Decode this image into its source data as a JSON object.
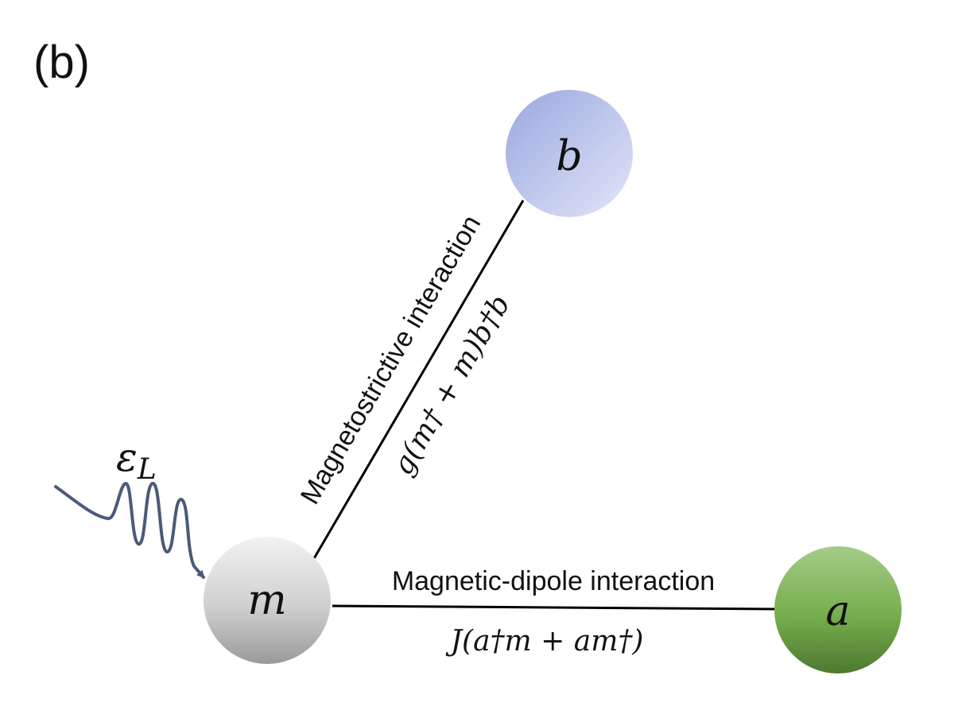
{
  "panel_label": "(b)",
  "nodes": {
    "m": {
      "symbol": "m"
    },
    "b": {
      "symbol": "b"
    },
    "a": {
      "symbol": "a"
    }
  },
  "drive": {
    "symbol": "ε",
    "subscript": "L"
  },
  "edges": {
    "magnetostrictive": {
      "label": "Magnetostrictive interaction",
      "formula": "g(m† + m)b†b"
    },
    "magnetic_dipole": {
      "label": "Magnetic-dipole interaction",
      "formula": "J(a†m + am†)"
    }
  },
  "colors": {
    "node_m": "#a8a8a8",
    "node_b": "#aab4e6",
    "node_a": "#6fa84a",
    "drive_arrow": "#4a5a78",
    "line": "#000000"
  }
}
